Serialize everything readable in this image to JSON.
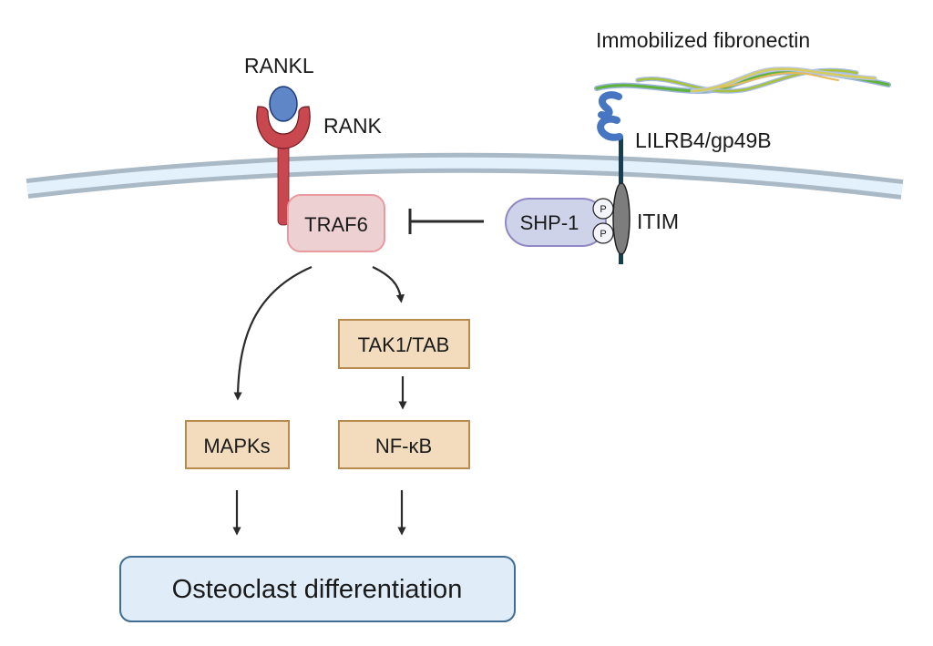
{
  "diagram": {
    "type": "signaling-pathway",
    "labels": {
      "rankl": "RANKL",
      "rank": "RANK",
      "fibronectin": "Immobilized fibronectin",
      "lilrb4": "LILRB4/gp49B",
      "itim": "ITIM",
      "phospho": "P"
    },
    "nodes": {
      "traf6": "TRAF6",
      "shp1": "SHP-1",
      "tak1": "TAK1/TAB",
      "mapks": "MAPKs",
      "nfkb": "NF-κB",
      "outcome": "Osteoclast differentiation"
    },
    "edges": [
      {
        "from": "shp1",
        "to": "traf6",
        "kind": "inhibition"
      },
      {
        "from": "traf6",
        "to": "mapks",
        "kind": "activation"
      },
      {
        "from": "traf6",
        "to": "tak1",
        "kind": "activation"
      },
      {
        "from": "tak1",
        "to": "nfkb",
        "kind": "activation"
      },
      {
        "from": "mapks",
        "to": "outcome",
        "kind": "activation"
      },
      {
        "from": "nfkb",
        "to": "outcome",
        "kind": "activation"
      }
    ],
    "colors": {
      "membrane_edge": "#a9b9c6",
      "membrane_fill": "#e3f1fc",
      "rank": "#c9474e",
      "rankl": "#5f86c6",
      "traf6_fill": "#ecd0d2",
      "traf6_stroke": "#e99a9f",
      "shp1_fill": "#cfd3ea",
      "shp1_stroke": "#8f88c4",
      "lilrb4": "#4676c2",
      "stalk": "#163d52",
      "itim": "#7d7d7d",
      "kinase_fill": "#f3dcbd",
      "kinase_stroke": "#b88a4f",
      "outcome_fill": "#e0ecf8",
      "outcome_stroke": "#3f6d94",
      "arrow": "#2b2b2b"
    }
  }
}
